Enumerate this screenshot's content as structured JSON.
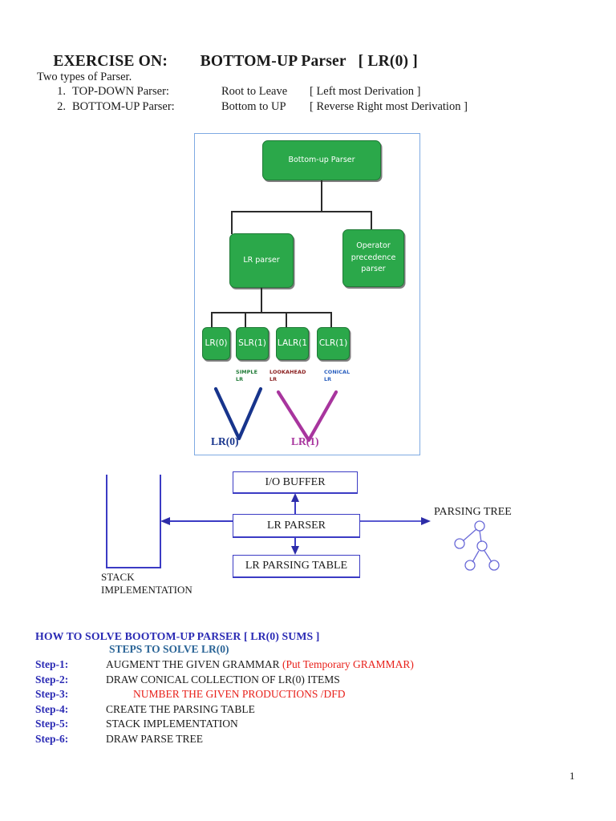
{
  "document": {
    "title_prefix": "EXERCISE ON:",
    "title_main": "BOTTOM-UP Parser",
    "title_suffix": "[ LR(0) ]",
    "intro": "Two types of Parser.",
    "page_number": "1"
  },
  "parser_types": [
    {
      "index": "1.",
      "name": "TOP-DOWN Parser:",
      "middle": "Root to Leave",
      "right": "[ Left most Derivation ]"
    },
    {
      "index": "2.",
      "name": "BOTTOM-UP Parser:",
      "middle": "Bottom to UP",
      "right": "[ Reverse Right most Derivation ]"
    }
  ],
  "figure1": {
    "root": "Bottom-up Parser",
    "level2": [
      {
        "label": "LR parser"
      },
      {
        "label": "Operator\nprecedence\nparser"
      }
    ],
    "leaves": [
      {
        "label": "LR(0)"
      },
      {
        "label": "SLR(1)"
      },
      {
        "label": "LALR(1"
      },
      {
        "label": "CLR(1)"
      }
    ],
    "sublabels": [
      {
        "text": "SIMPLE\nLR",
        "color": "#1f7a36"
      },
      {
        "text": "LOOKAHEAD\nLR",
        "color": "#8b2020"
      },
      {
        "text": "CONICAL\nLR",
        "color": "#2a5fbf"
      }
    ],
    "group_labels": [
      {
        "text": "LR(0)",
        "color": "#17348c"
      },
      {
        "text": "LR(1)",
        "color": "#a8359e"
      }
    ],
    "colors": {
      "node_fill": "#2ba84a",
      "node_border": "#1f7a36",
      "frame": "#7eaae2",
      "connector": "#2b2b2b",
      "lr0_bracket": "#17348c",
      "lr1_bracket": "#a8359e"
    }
  },
  "figure2": {
    "boxes": [
      {
        "label": "I/O BUFFER"
      },
      {
        "label": "LR PARSER"
      },
      {
        "label": "LR PARSING TABLE"
      }
    ],
    "stack_label": "STACK\nIMPLEMENTATION",
    "tree_label": "PARSING TREE",
    "colors": {
      "stroke": "#3b3bc4",
      "tree_stroke": "#6a6ad8"
    }
  },
  "steps": {
    "heading": "HOW TO SOLVE BOOTOM-UP  PARSER [ LR(0) SUMS ]",
    "subheading": "STEPS TO SOLVE LR(0)",
    "items": [
      {
        "key": "Step-1:",
        "text": "AUGMENT THE GIVEN GRAMMAR ",
        "red_tail": "(Put Temporary GRAMMAR)",
        "style": "normal"
      },
      {
        "key": "Step-2:",
        "text": "DRAW CONICAL COLLECTION OF LR(0) ITEMS",
        "red_tail": "",
        "style": "normal"
      },
      {
        "key": "Step-3:",
        "text": "NUMBER THE GIVEN PRODUCTIONS /DFD",
        "red_tail": "",
        "style": "red-indented"
      },
      {
        "key": "Step-4:",
        "text": "CREATE THE PARSING TABLE",
        "red_tail": "",
        "style": "normal"
      },
      {
        "key": "Step-5:",
        "text": "STACK IMPLEMENTATION",
        "red_tail": "",
        "style": "normal"
      },
      {
        "key": "Step-6:",
        "text": "DRAW PARSE TREE",
        "red_tail": "",
        "style": "normal"
      }
    ]
  }
}
